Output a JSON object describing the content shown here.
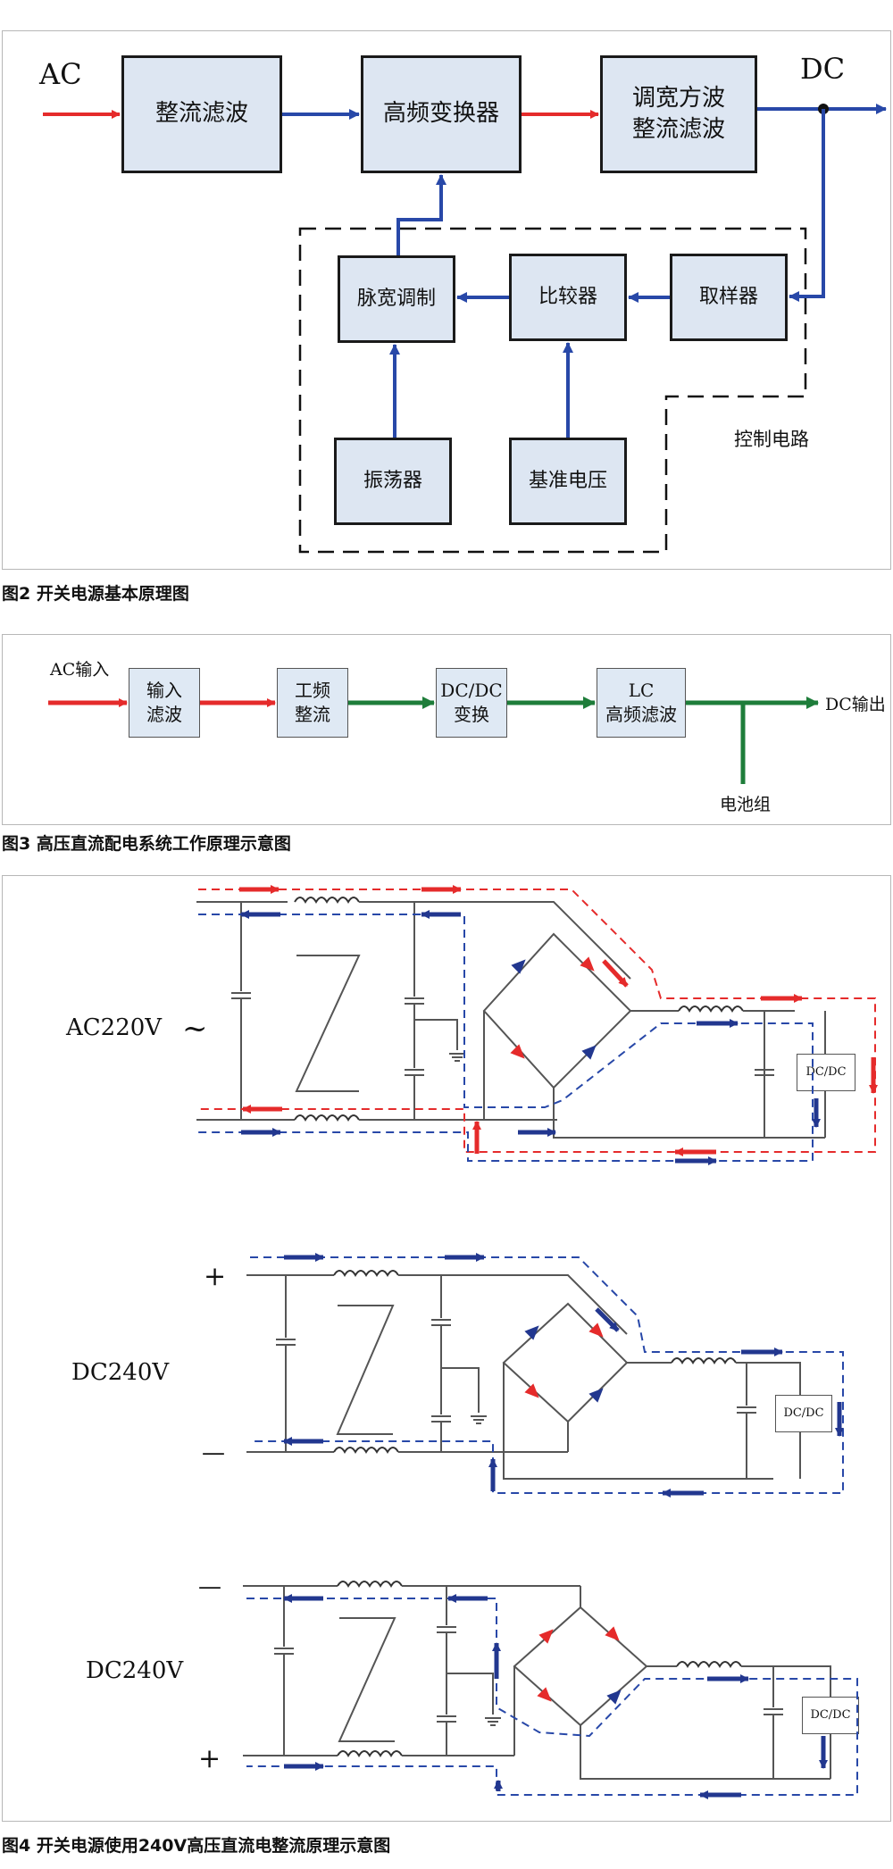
{
  "fig2": {
    "caption": "图2 开关电源基本原理图",
    "label_ac": "AC",
    "label_dc": "DC",
    "label_control": "控制电路",
    "blocks": {
      "rectify_filter": "整流滤波",
      "hf_converter": "高频变换器",
      "pwm_rectify_filter": "调宽方波\n整流滤波",
      "pwm": "脉宽调制",
      "comparator": "比较器",
      "sampler": "取样器",
      "oscillator": "振荡器",
      "reference_voltage": "基准电压"
    }
  },
  "fig3": {
    "caption": "图3 高压直流配电系统工作原理示意图",
    "label_ac_in": "AC输入",
    "label_dc_out": "DC输出",
    "label_battery": "电池组",
    "blocks": {
      "input_filter": "输入\n滤波",
      "line_rectify": "工频\n整流",
      "dcdc": "DC/DC\n变换",
      "lc_filter": "LC\n高频滤波"
    }
  },
  "fig4": {
    "caption": "图4 开关电源使用240V高压直流电整流原理示意图",
    "circuit1_label": "AC220V",
    "circuit1_symbol": "~",
    "circuit2_label": "DC240V",
    "circuit2_plus": "+",
    "circuit2_minus": "—",
    "circuit3_label": "DC240V",
    "circuit3_plus": "+",
    "circuit3_minus": "—",
    "dcdc_label": "DC/DC"
  },
  "colors": {
    "red_arrow": "#e52b2b",
    "blue_arrow": "#2848a8",
    "green_arrow": "#1e7d3a",
    "block_fill": "#dde6f2"
  }
}
